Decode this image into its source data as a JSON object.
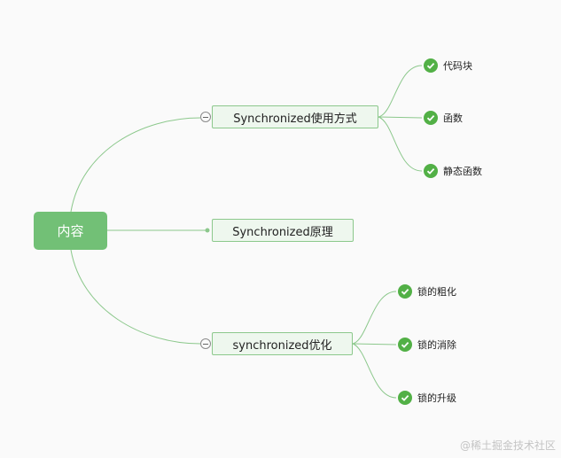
{
  "mindmap": {
    "root": {
      "label": "内容"
    },
    "branches": [
      {
        "label": "Synchronized使用方式",
        "children": [
          "代码块",
          "函数",
          "静态函数"
        ]
      },
      {
        "label": "Synchronized原理",
        "children": []
      },
      {
        "label": "synchronized优化",
        "children": [
          "锁的粗化",
          "锁的消除",
          "锁的升级"
        ]
      }
    ]
  },
  "colors": {
    "root_fill": "#72c076",
    "line": "#8cc88c",
    "check": "#52b046"
  },
  "icons": {
    "leaf": "checkmark-circle-icon",
    "collapse": "collapse-minus-icon"
  },
  "watermark": "@稀土掘金技术社区"
}
